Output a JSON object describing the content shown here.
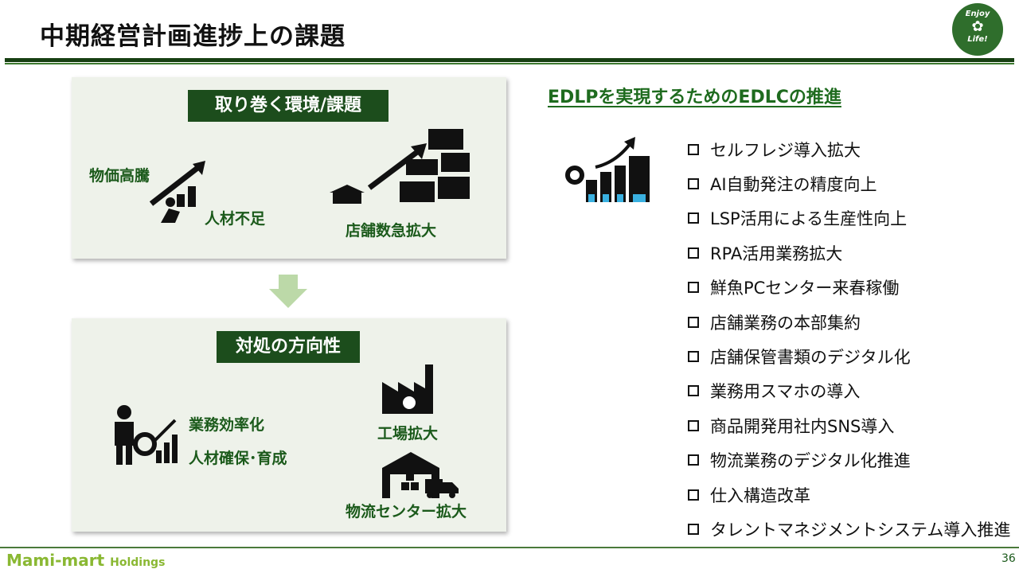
{
  "title": "中期経営計画進捗上の課題",
  "logo": {
    "line1": "Enjoy",
    "line2": "Life!"
  },
  "panel1": {
    "tag": "取り巻く環境/課題",
    "labels": {
      "price": "物価高騰",
      "labor": "人材不足",
      "stores": "店舗数急拡大"
    }
  },
  "panel2": {
    "tag": "対処の方向性",
    "labels": {
      "efficiency": "業務効率化",
      "talent": "人材確保･育成",
      "factory": "工場拡大",
      "logistics": "物流センター拡大"
    }
  },
  "right": {
    "heading": "EDLPを実現するためのEDLCの推進",
    "items": [
      "セルフレジ導入拡大",
      "AI自動発注の精度向上",
      "LSP活用による生産性向上",
      "RPA活用業務拡大",
      "鮮魚PCセンター来春稼働",
      "店舗業務の本部集約",
      "店舗保管書類のデジタル化",
      "業務用スマホの導入",
      "商品開発用社内SNS導入",
      "物流業務のデジタル化推進",
      "仕入構造改革",
      "タレントマネジメントシステム導入推進"
    ]
  },
  "footer": {
    "brand": "Mami-mart",
    "brand_sub": "Holdings",
    "page": "36"
  },
  "colors": {
    "dark_green": "#1c4d1c",
    "text_green": "#1b5a1b",
    "lime": "#8ab833",
    "panel": "#eef2ea"
  }
}
